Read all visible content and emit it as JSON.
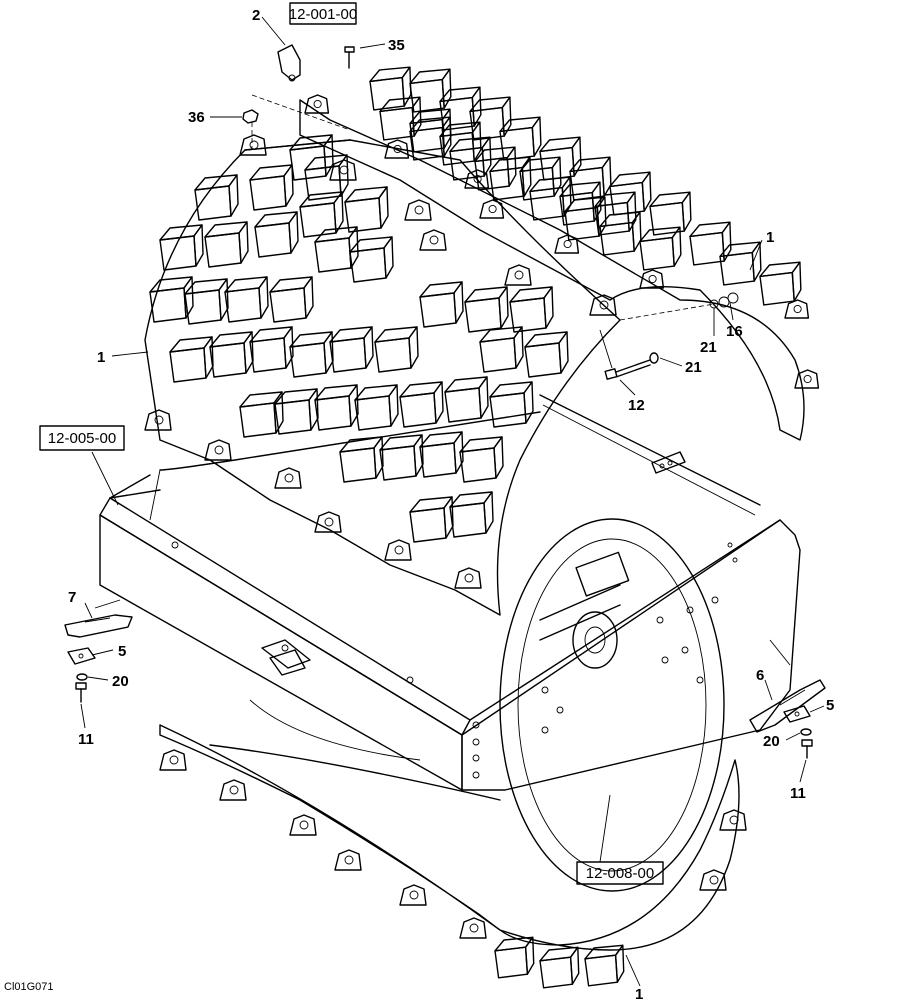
{
  "drawing_code": "Cl01G071",
  "references": {
    "drum_assembly": "12-001-00",
    "frame": "12-005-00",
    "drum": "12-008-00"
  },
  "callouts": {
    "c2": "2",
    "c35": "35",
    "c36": "36",
    "c1_top": "1",
    "c16": "16",
    "c21_a": "21",
    "c21_b": "21",
    "c12": "12",
    "c1_left": "1",
    "c7": "7",
    "c5_left": "5",
    "c20_left": "20",
    "c11_left": "11",
    "c6": "6",
    "c5_right": "5",
    "c20_right": "20",
    "c11_right": "11",
    "c1_bottom": "1"
  }
}
